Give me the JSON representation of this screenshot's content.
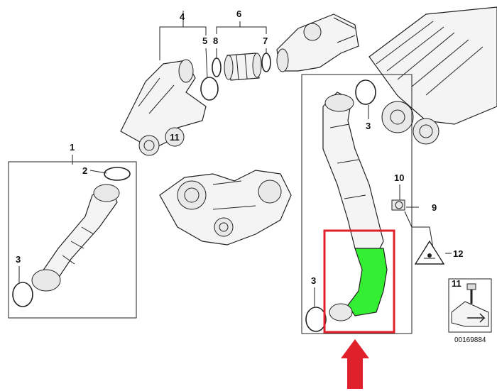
{
  "callouts": {
    "c1": "1",
    "c2": "2",
    "c3a": "3",
    "c3b": "3",
    "c3c": "3",
    "c4": "4",
    "c5": "5",
    "c6": "6",
    "c7": "7",
    "c8": "8",
    "c9": "9",
    "c10": "10",
    "c11a": "11",
    "c11b": "11",
    "c12": "12"
  },
  "doc_number": "00169884",
  "colors": {
    "highlight_fill": "#33ee33",
    "highlight_box": "#e0202a",
    "arrow": "#e0202a"
  },
  "icons": [
    "screw-icon",
    "warning-triangle-icon",
    "arrow-pointer-icon"
  ]
}
